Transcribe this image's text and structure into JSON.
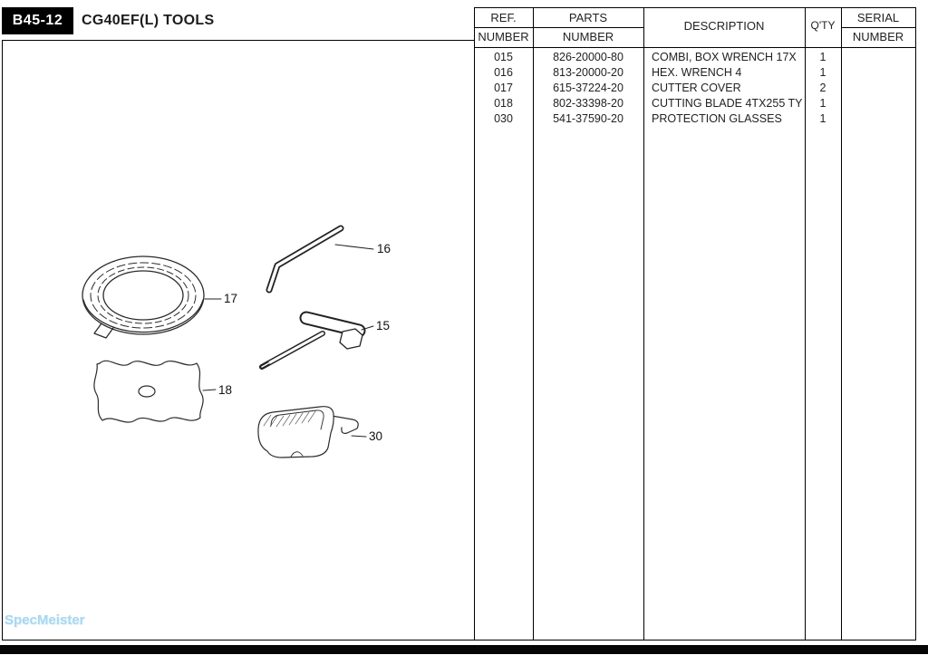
{
  "page": {
    "code": "B45-12",
    "title": "CG40EF(L)  TOOLS"
  },
  "table": {
    "headers": {
      "ref_line1": "REF.",
      "ref_line2": "NUMBER",
      "parts_line1": "PARTS",
      "parts_line2": "NUMBER",
      "description": "DESCRIPTION",
      "qty": "Q'TY",
      "serial_line1": "SERIAL",
      "serial_line2": "NUMBER"
    },
    "rows": [
      {
        "ref": "015",
        "part": "826-20000-80",
        "description": "COMBI, BOX WRENCH 17X",
        "qty": "1",
        "serial": ""
      },
      {
        "ref": "016",
        "part": "813-20000-20",
        "description": "HEX. WRENCH 4",
        "qty": "1",
        "serial": ""
      },
      {
        "ref": "017",
        "part": "615-37224-20",
        "description": "CUTTER COVER",
        "qty": "2",
        "serial": ""
      },
      {
        "ref": "018",
        "part": "802-33398-20",
        "description": "CUTTING BLADE 4TX255 TY",
        "qty": "1",
        "serial": ""
      },
      {
        "ref": "030",
        "part": "541-37590-20",
        "description": "PROTECTION GLASSES",
        "qty": "1",
        "serial": ""
      }
    ]
  },
  "diagram": {
    "callouts": [
      {
        "item": "hex-wrench",
        "label": "16"
      },
      {
        "item": "cutter-cover",
        "label": "17"
      },
      {
        "item": "socket-wrench",
        "label": "15"
      },
      {
        "item": "cutting-blade",
        "label": "18"
      },
      {
        "item": "protection-glasses",
        "label": "30"
      }
    ]
  },
  "watermark": {
    "text": "SpecMeister",
    "color": "#a9d7ef"
  },
  "colors": {
    "code_box": "#000000",
    "footer_bar": "#000000",
    "border": "#000000"
  }
}
